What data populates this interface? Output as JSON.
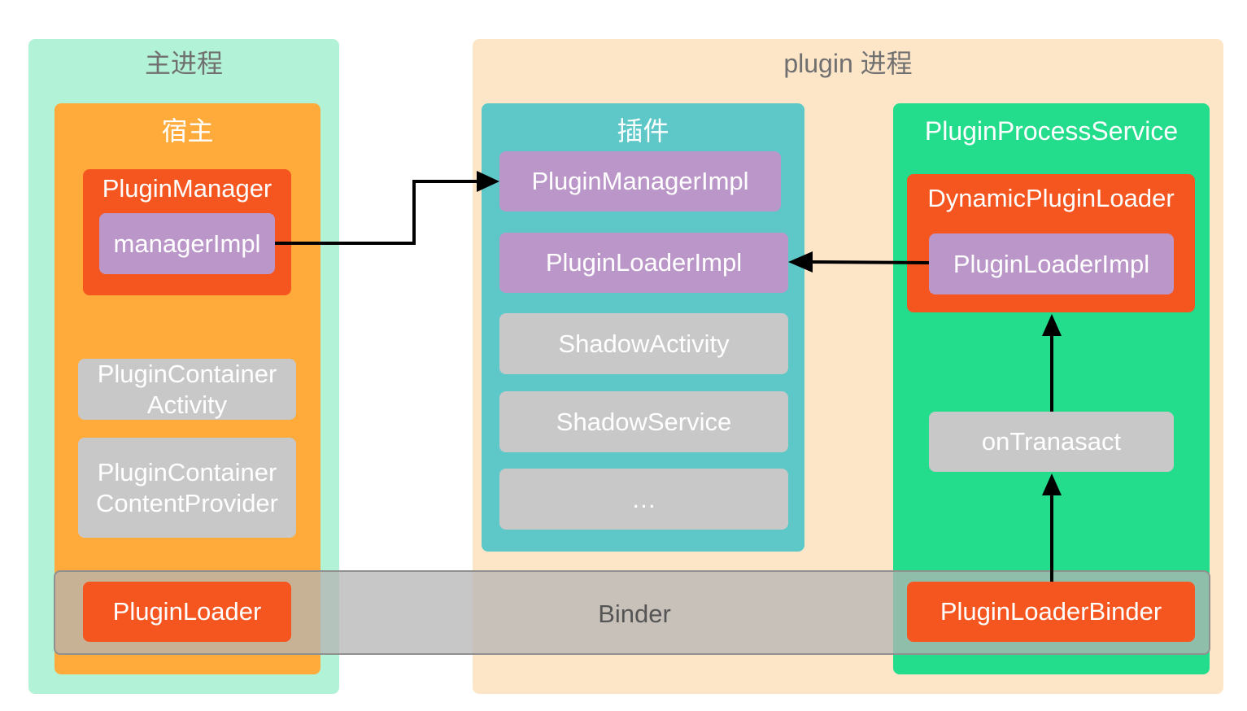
{
  "main_process": {
    "title": "主进程"
  },
  "host": {
    "title": "宿主",
    "plugin_manager": {
      "title": "PluginManager",
      "impl": "managerImpl"
    },
    "container_activity": "PluginContainer\nActivity",
    "container_provider": "PluginContainer\nContentProvider",
    "plugin_loader": "PluginLoader"
  },
  "plugin_process": {
    "title": "plugin 进程"
  },
  "plugin": {
    "title": "插件",
    "items": [
      "PluginManagerImpl",
      "PluginLoaderImpl",
      "ShadowActivity",
      "ShadowService",
      "…"
    ]
  },
  "service": {
    "title": "PluginProcessService",
    "dynamic_loader": {
      "title": "DynamicPluginLoader",
      "impl": "PluginLoaderImpl"
    },
    "on_transact": "onTranasact",
    "loader_binder": "PluginLoaderBinder"
  },
  "binder": {
    "label": "Binder"
  },
  "colors": {
    "main_process_bg": "#b2f2d6",
    "host_bg": "#ffab3b",
    "plugin_process_bg": "#fde6c8",
    "plugin_bg": "#5ec8c8",
    "service_bg": "#23dc8c",
    "red_box": "#f5561f",
    "purple_box": "#bb96c8",
    "gray_box": "#c8c8c8",
    "binder_bg": "#b4b4b4"
  }
}
